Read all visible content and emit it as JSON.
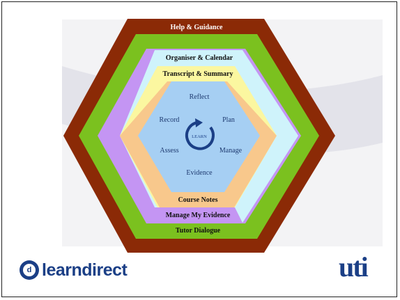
{
  "diagram": {
    "bands": {
      "help_guidance": "Help & Guidance",
      "organiser_calendar": "Organiser & Calendar",
      "transcript_summary": "Transcript & Summary",
      "course_notes": "Course Notes",
      "manage_evidence": "Manage My Evidence",
      "tutor_dialogue": "Tutor Dialogue"
    },
    "cycle": {
      "center": "LEARN",
      "reflect": "Reflect",
      "plan": "Plan",
      "manage": "Manage",
      "evidence": "Evidence",
      "assess": "Assess",
      "record": "Record"
    },
    "colors": {
      "outer": "#8b2a06",
      "green": "#7bc11f",
      "purple": "#c495f3",
      "cyan": "#cff3fb",
      "yellow": "#fbf7a0",
      "peach": "#f8c88c",
      "core": "#a6cff3",
      "arrow": "#1b3f86"
    }
  },
  "logos": {
    "learndirect_mark": "d",
    "learndirect": "learndirect",
    "uti": "uti"
  }
}
